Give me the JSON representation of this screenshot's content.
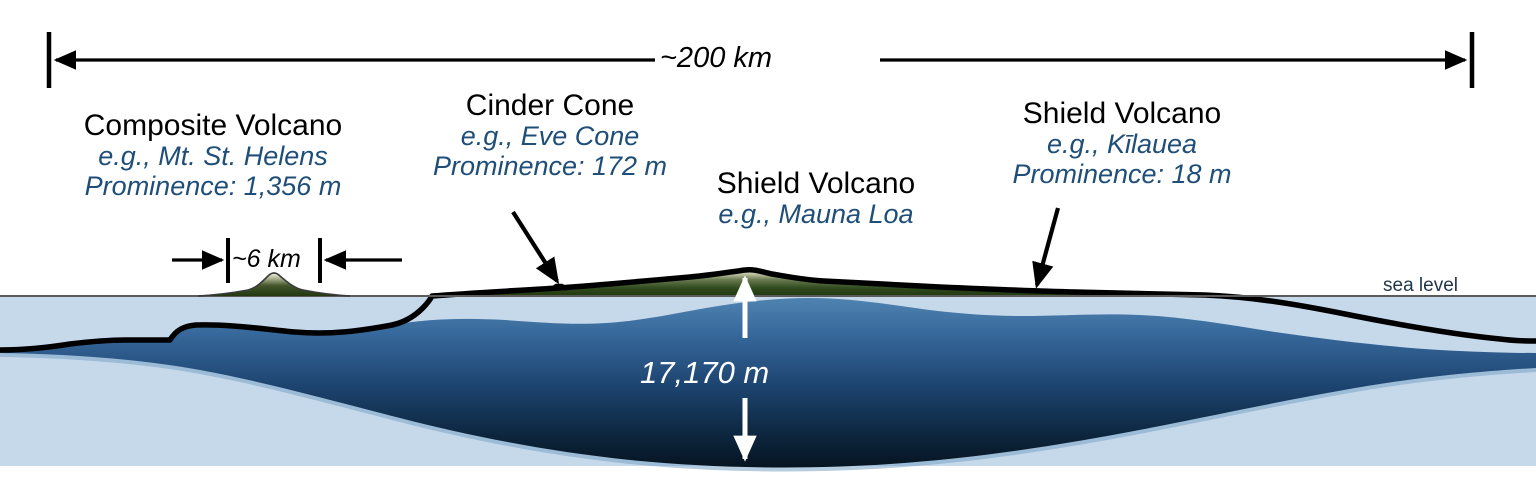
{
  "diagram": {
    "title": "Volcano profile comparison cross-section",
    "background_color": "#ffffff"
  },
  "scale_bars": {
    "horizontal_total": {
      "label": "~200 km",
      "name": "overall-width-scale"
    },
    "composite_width": {
      "label": "~6 km",
      "name": "composite-volcano-width-scale"
    },
    "vertical_depth": {
      "label": "17,170 m",
      "name": "mauna-loa-total-height-scale"
    }
  },
  "sea_level": {
    "label": "sea level"
  },
  "labels": [
    {
      "id": "composite",
      "title": "Composite Volcano",
      "example": "e.g., Mt. St. Helens",
      "prominence": "Prominence: 1,356 m"
    },
    {
      "id": "cinder-cone",
      "title": "Cinder Cone",
      "example": "e.g., Eve Cone",
      "prominence": "Prominence: 172 m"
    },
    {
      "id": "mauna-loa",
      "title": "Shield Volcano",
      "example": "e.g., Mauna Loa",
      "prominence": ""
    },
    {
      "id": "kilauea",
      "title": "Shield Volcano",
      "example": "e.g., Kīlauea",
      "prominence": "Prominence: 18 m"
    }
  ],
  "colors": {
    "label_title": "#000000",
    "label_sub": "#1f4e79",
    "sea_water": "#c6d9ea",
    "sea_floor_light": "#4a7fae",
    "sea_floor_deep": "#0b1f33",
    "land_green": "#2f4a1e",
    "land_cream": "#e8e7d0",
    "outline": "#000000",
    "depth_arrow": "#ffffff",
    "sea_level_text": "#21374e"
  }
}
